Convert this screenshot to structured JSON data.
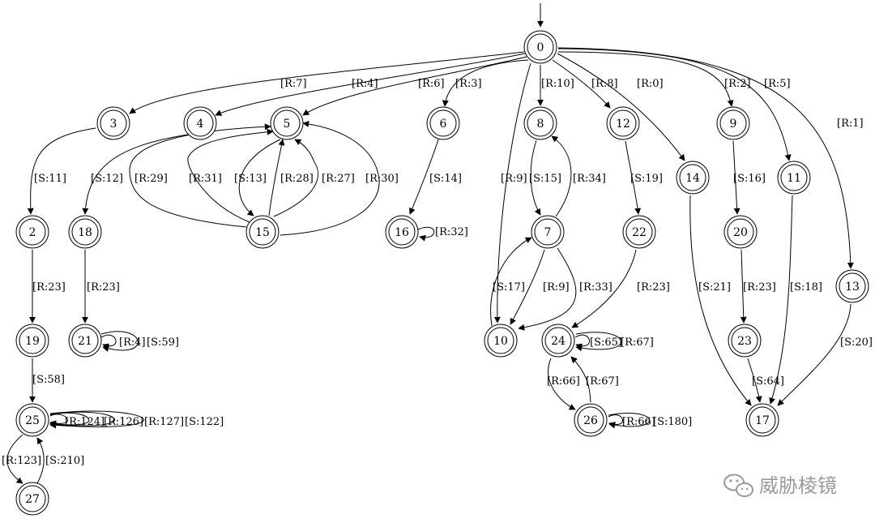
{
  "colors": {
    "stroke": "#000000",
    "background": "#ffffff",
    "watermark": "#9a9a9a"
  },
  "graph": {
    "start_node": "0",
    "nodes": [
      "0",
      "3",
      "4",
      "5",
      "6",
      "8",
      "12",
      "9",
      "11",
      "2",
      "18",
      "15",
      "16",
      "7",
      "22",
      "14",
      "20",
      "13",
      "19",
      "21",
      "10",
      "24",
      "23",
      "25",
      "26",
      "17",
      "27"
    ],
    "edges": [
      {
        "from": "0",
        "to": "3",
        "label": "[R:7]"
      },
      {
        "from": "0",
        "to": "4",
        "label": "[R:4]"
      },
      {
        "from": "0",
        "to": "5",
        "label": "[R:6]"
      },
      {
        "from": "0",
        "to": "6",
        "label": "[R:3]"
      },
      {
        "from": "0",
        "to": "8",
        "label": "[R:10]"
      },
      {
        "from": "0",
        "to": "12",
        "label": "[R:8]"
      },
      {
        "from": "0",
        "to": "14",
        "label": "[R:0]"
      },
      {
        "from": "0",
        "to": "9",
        "label": "[R:2]"
      },
      {
        "from": "0",
        "to": "11",
        "label": "[R:5]"
      },
      {
        "from": "0",
        "to": "13",
        "label": "[R:1]"
      },
      {
        "from": "0",
        "to": "10",
        "label": "[R:9]"
      },
      {
        "from": "3",
        "to": "2",
        "label": "[S:11]"
      },
      {
        "from": "4",
        "to": "18",
        "label": "[S:12]"
      },
      {
        "from": "15",
        "to": "5",
        "label": "[R:29]"
      },
      {
        "from": "15",
        "to": "5",
        "label": "[R:31]"
      },
      {
        "from": "5",
        "to": "15",
        "label": "[S:13]"
      },
      {
        "from": "15",
        "to": "5",
        "label": "[R:28]"
      },
      {
        "from": "15",
        "to": "5",
        "label": "[R:27]"
      },
      {
        "from": "15",
        "to": "5",
        "label": "[R:30]"
      },
      {
        "from": "6",
        "to": "16",
        "label": "[S:14]"
      },
      {
        "from": "16",
        "to": "16",
        "label": "[R:32]"
      },
      {
        "from": "8",
        "to": "7",
        "label": "[S:15]"
      },
      {
        "from": "7",
        "to": "8",
        "label": "[R:34]"
      },
      {
        "from": "12",
        "to": "22",
        "label": "[S:19]"
      },
      {
        "from": "9",
        "to": "20",
        "label": "[S:16]"
      },
      {
        "from": "2",
        "to": "19",
        "label": "[R:23]"
      },
      {
        "from": "18",
        "to": "21",
        "label": "[R:23]"
      },
      {
        "from": "21",
        "to": "21",
        "label": "[R:4]"
      },
      {
        "from": "21",
        "to": "21",
        "label": "[S:59]"
      },
      {
        "from": "10",
        "to": "7",
        "label": "[S:17]"
      },
      {
        "from": "7",
        "to": "10",
        "label": "[R:9]"
      },
      {
        "from": "7",
        "to": "10",
        "label": "[R:33]"
      },
      {
        "from": "22",
        "to": "24",
        "label": "[R:23]"
      },
      {
        "from": "14",
        "to": "17",
        "label": "[S:21]"
      },
      {
        "from": "20",
        "to": "23",
        "label": "[R:23]"
      },
      {
        "from": "11",
        "to": "17",
        "label": "[S:18]"
      },
      {
        "from": "13",
        "to": "17",
        "label": "[S:20]"
      },
      {
        "from": "19",
        "to": "25",
        "label": "[S:58]"
      },
      {
        "from": "24",
        "to": "24",
        "label": "[S:65]"
      },
      {
        "from": "24",
        "to": "24",
        "label": "[R:67]"
      },
      {
        "from": "24",
        "to": "26",
        "label": "[R:66]"
      },
      {
        "from": "26",
        "to": "24",
        "label": "[R:67]"
      },
      {
        "from": "23",
        "to": "17",
        "label": "[S:64]"
      },
      {
        "from": "25",
        "to": "25",
        "label": "[R:124]"
      },
      {
        "from": "25",
        "to": "25",
        "label": "[R:126]"
      },
      {
        "from": "25",
        "to": "25",
        "label": "[R:127]"
      },
      {
        "from": "25",
        "to": "25",
        "label": "[S:122]"
      },
      {
        "from": "26",
        "to": "26",
        "label": "[R:66]"
      },
      {
        "from": "26",
        "to": "26",
        "label": "[S:180]"
      },
      {
        "from": "25",
        "to": "27",
        "label": "[R:123]"
      },
      {
        "from": "27",
        "to": "25",
        "label": "[S:210]"
      }
    ]
  },
  "watermark": {
    "text": "威胁棱镜",
    "icon": "wechat-icon"
  }
}
